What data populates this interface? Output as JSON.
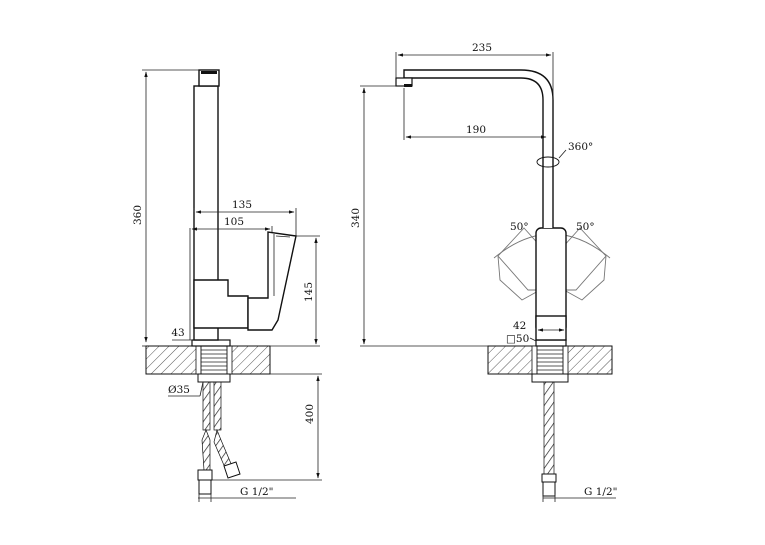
{
  "side_view": {
    "height_total": "360",
    "handle_reach": "135",
    "lever_reach": "105",
    "lever_height": "145",
    "base_offset": "43",
    "hole_diameter": "Ø35",
    "hose_length": "400",
    "connector_thread": "G 1/2\""
  },
  "front_view": {
    "spout_reach": "235",
    "spout_inner_reach": "190",
    "height_total": "340",
    "rotation": "360°",
    "lever_angle_left": "50°",
    "lever_angle_right": "50°",
    "body_width": "42",
    "base_square": "□50",
    "connector_thread": "G 1/2\""
  },
  "colors": {
    "line": "#111111",
    "dimension": "#222222",
    "ghost": "#777777",
    "counter_hatch": "#444444"
  }
}
